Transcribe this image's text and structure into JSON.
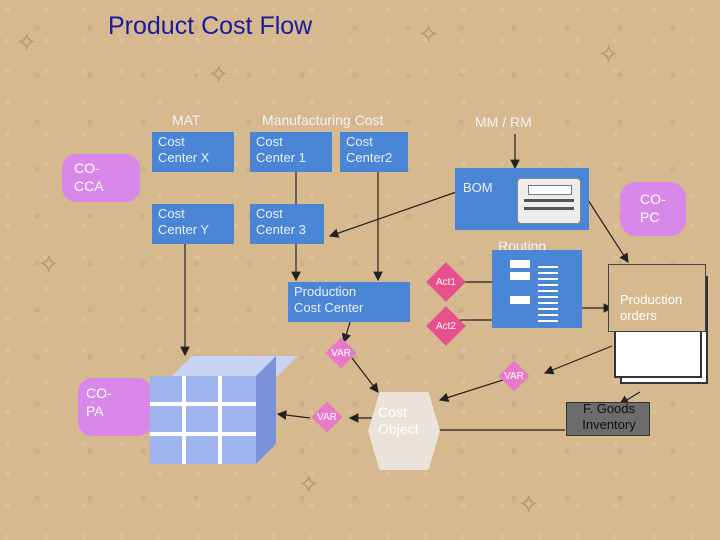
{
  "title": "Product Cost Flow",
  "headers": {
    "mat": "MAT",
    "manufacturing": "Manufacturing Cost",
    "mm_rm": "MM / RM"
  },
  "modules": {
    "co_cca": "CO-\nCCA",
    "co_pc": "CO-\nPC",
    "co_pa": "CO-\nPA"
  },
  "cost_centers": {
    "x": "Cost\nCenter X",
    "one": "Cost\nCenter 1",
    "two": "Cost\nCenter2",
    "y": "Cost\nCenter Y",
    "three": "Cost\nCenter 3"
  },
  "bom": "BOM",
  "routing": "Routing",
  "production_cost_center": "Production\nCost Center",
  "activities": {
    "act1": "Act1",
    "act2": "Act2"
  },
  "production_orders": "Production\norders",
  "var_labels": {
    "var1": "VAR",
    "var2": "VAR",
    "var3": "VAR"
  },
  "cost_object": "Cost\nObject",
  "goods_inventory": "F. Goods\nInventory",
  "colors": {
    "title": "#1a1aa0",
    "box": "#4b86d6",
    "module": "#d888e8",
    "activity": "#e8508c"
  },
  "icons": [
    "fish-fossil-icon",
    "bom-printer-icon",
    "routing-document-icon",
    "data-cube-icon",
    "inventory-chip-icon"
  ]
}
